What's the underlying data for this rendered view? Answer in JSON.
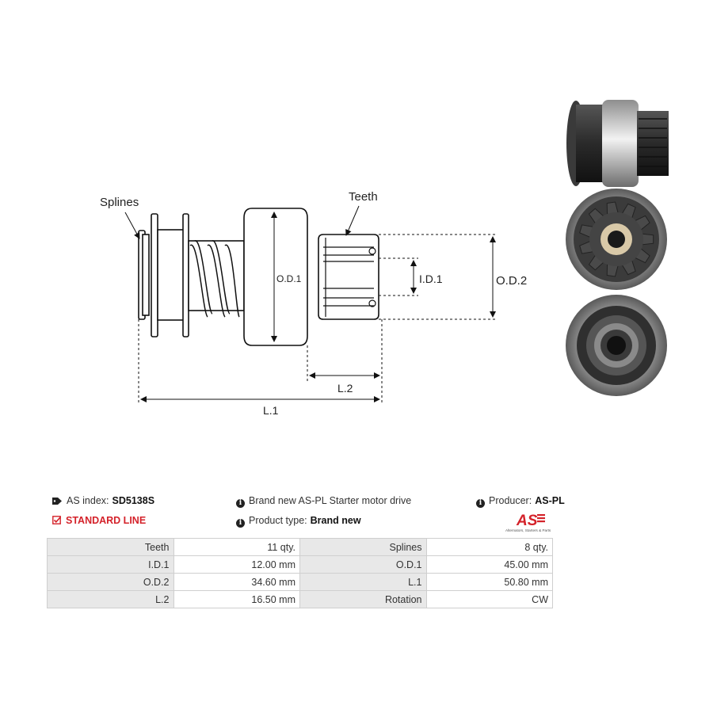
{
  "drawing": {
    "labels": {
      "splines": "Splines",
      "teeth": "Teeth",
      "od1": "O.D.1",
      "id1": "I.D.1",
      "od2": "O.D.2",
      "l2": "L.2",
      "l1": "L.1"
    }
  },
  "photos": [
    {
      "icon": "starter-drive-side-view-photo"
    },
    {
      "icon": "starter-drive-gear-front-photo"
    },
    {
      "icon": "starter-drive-rear-photo"
    }
  ],
  "info": {
    "as_index_label": "AS index:",
    "as_index_value": "SD5138S",
    "line_label": "STANDARD LINE",
    "description": "Brand new AS-PL Starter motor drive",
    "product_type_label": "Product type:",
    "product_type_value": "Brand new",
    "producer_label": "Producer:",
    "producer_value": "AS-PL",
    "logo_text": "AS",
    "logo_tagline": "Alternators, Starters & Parts"
  },
  "specs": [
    {
      "k1": "Teeth",
      "v1": "11 qty.",
      "k2": "Splines",
      "v2": "8 qty."
    },
    {
      "k1": "I.D.1",
      "v1": "12.00 mm",
      "k2": "O.D.1",
      "v2": "45.00 mm"
    },
    {
      "k1": "O.D.2",
      "v1": "34.60 mm",
      "k2": "L.1",
      "v2": "50.80 mm"
    },
    {
      "k1": "L.2",
      "v1": "16.50 mm",
      "k2": "Rotation",
      "v2": "CW"
    }
  ],
  "colors": {
    "accent_red": "#d4222a",
    "table_key_bg": "#e8e8e8",
    "table_border": "#cfcfcf"
  }
}
